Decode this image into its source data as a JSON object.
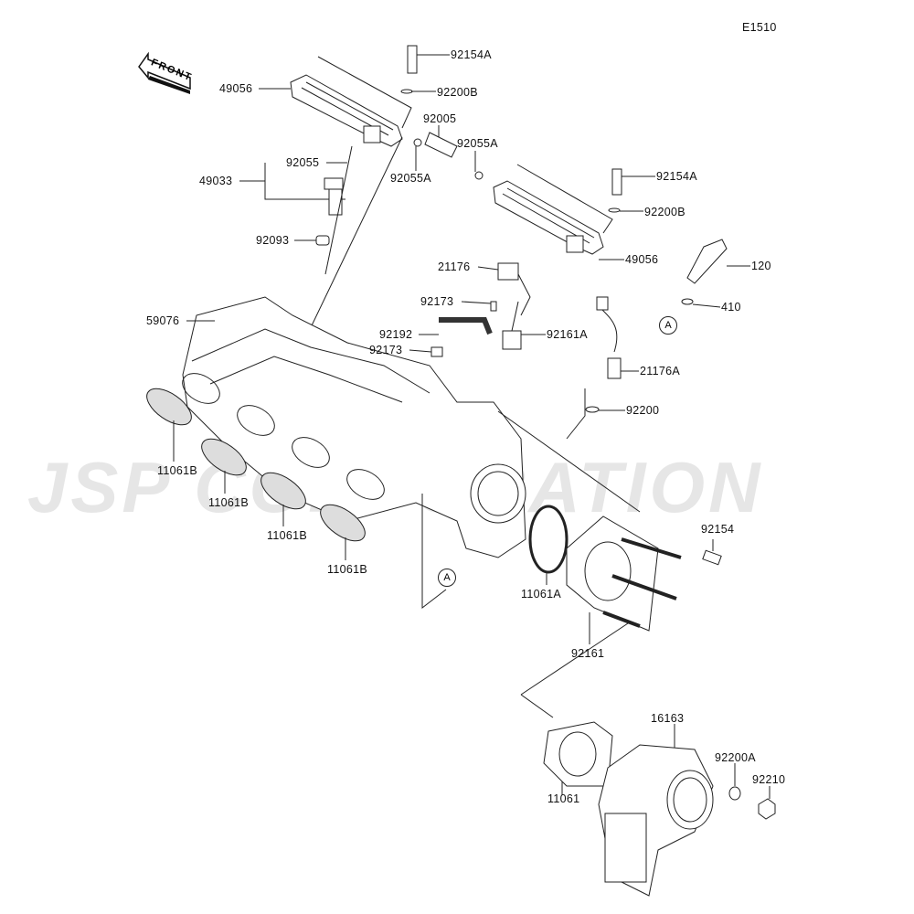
{
  "diagram_code": "E1510",
  "front_label": "FRONT",
  "watermark": "JSP CORPORATION",
  "reference_marker": "A",
  "parts": {
    "p92154A_top": "92154A",
    "p49056_top": "49056",
    "p92200B_top": "92200B",
    "p92005": "92005",
    "p92055A_right": "92055A",
    "p92055": "92055",
    "p92055A_left": "92055A",
    "p49033": "49033",
    "p92154A_right": "92154A",
    "p92200B_right": "92200B",
    "p92093": "92093",
    "p49056_right": "49056",
    "p21176": "21176",
    "p120": "120",
    "p92173_top": "92173",
    "p410": "410",
    "p59076": "59076",
    "p92192": "92192",
    "p92161A": "92161A",
    "p92173_bottom": "92173",
    "p21176A": "21176A",
    "p92200": "92200",
    "p11061B_1": "11061B",
    "p11061B_2": "11061B",
    "p11061B_3": "11061B",
    "p92154": "92154",
    "p11061B_4": "11061B",
    "p11061A": "11061A",
    "p92161": "92161",
    "p16163": "16163",
    "p92200A": "92200A",
    "p92210": "92210",
    "p11061": "11061"
  }
}
